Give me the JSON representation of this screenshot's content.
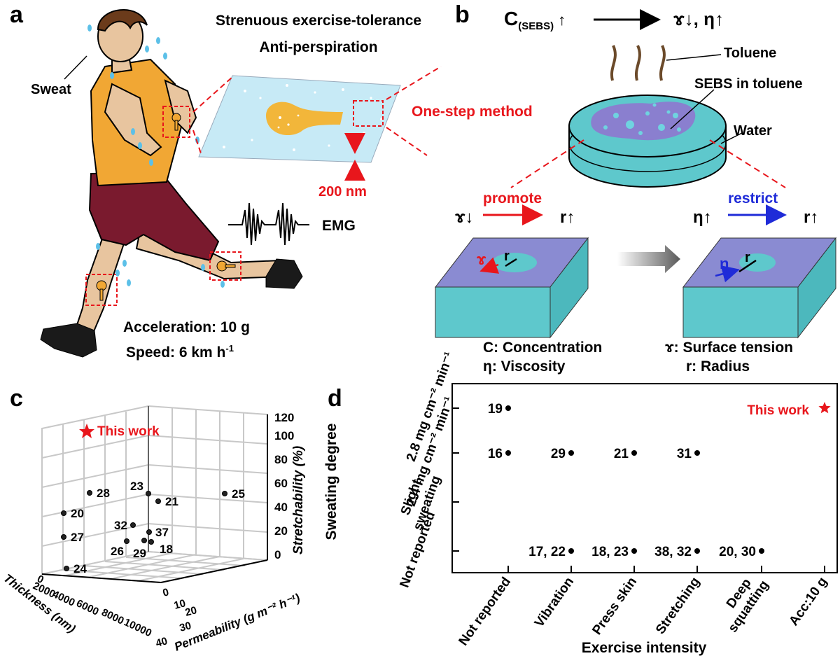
{
  "panels": {
    "a": {
      "letter": "a",
      "title_line1": "Strenuous exercise-tolerance",
      "title_line2": "Anti-perspiration",
      "sweat_label": "Sweat",
      "thickness_label": "200 nm",
      "emg_label": "EMG",
      "acceleration": "Acceleration: 10 g",
      "speed": "Speed: 6 km h",
      "speed_sup": "-1"
    },
    "b": {
      "letter": "b",
      "top_formula_c": "C",
      "top_formula_sub": "(SEBS)",
      "top_formula_result": "ɤ↓, η↑",
      "method": "One-step method",
      "toluene": "Toluene",
      "sebs": "SEBS in toluene",
      "water": "Water",
      "left_from": "ɤ↓",
      "promote": "promote",
      "left_to": "r↑",
      "right_from": "η↑",
      "restrict": "restrict",
      "right_to": "r↑",
      "block_left_gamma": "ɤ",
      "block_left_r": "r",
      "block_right_eta": "η",
      "block_right_r": "r",
      "legend": [
        "C: Concentration",
        "ɤ: Surface tension",
        "η: Viscosity",
        "r: Radius"
      ]
    },
    "c": {
      "letter": "c",
      "this_work": "This work",
      "z_label": "Stretchability (%)",
      "z_ticks": [
        "0",
        "20",
        "40",
        "60",
        "80",
        "100",
        "120"
      ],
      "x_label": "Thickness (nm)",
      "x_ticks": [
        "0",
        "2000",
        "4000",
        "6000",
        "8000",
        "10000"
      ],
      "y_label": "Permeability (g m⁻² h⁻¹)",
      "y_ticks": [
        "0",
        "10",
        "20",
        "30",
        "40"
      ],
      "point_labels": [
        "28",
        "20",
        "27",
        "24",
        "23",
        "21",
        "32",
        "37",
        "26",
        "29",
        "18",
        "25"
      ]
    },
    "d": {
      "letter": "d"
    }
  },
  "chart_data": {
    "type": "scatter",
    "xlabel": "Exercise intensity",
    "ylabel": "Sweating degree",
    "x_categories": [
      "Not reported",
      "Vibration",
      "Press skin",
      "Stretching",
      "Deep squatting",
      "Acc: 10 g"
    ],
    "y_categories": [
      "Not reported",
      "Slight sweating",
      "2.4 mg cm⁻² min⁻¹",
      "2.8 mg cm⁻² min⁻¹"
    ],
    "points": [
      {
        "x": "Not reported",
        "y": "2.8 mg cm⁻² min⁻¹",
        "label": "19"
      },
      {
        "x": "Not reported",
        "y": "2.4 mg cm⁻² min⁻¹",
        "label": "16"
      },
      {
        "x": "Vibration",
        "y": "2.4 mg cm⁻² min⁻¹",
        "label": "29"
      },
      {
        "x": "Press skin",
        "y": "2.4 mg cm⁻² min⁻¹",
        "label": "21"
      },
      {
        "x": "Stretching",
        "y": "2.4 mg cm⁻² min⁻¹",
        "label": "31"
      },
      {
        "x": "Vibration",
        "y": "Not reported",
        "label": "17, 22"
      },
      {
        "x": "Press skin",
        "y": "Not reported",
        "label": "18, 23"
      },
      {
        "x": "Stretching",
        "y": "Not reported",
        "label": "38, 32"
      },
      {
        "x": "Deep squatting",
        "y": "Not reported",
        "label": "20, 30"
      }
    ],
    "highlight": {
      "label": "This work",
      "x": "Acc: 10 g",
      "y": "above 2.8 mg cm⁻² min⁻¹"
    }
  }
}
